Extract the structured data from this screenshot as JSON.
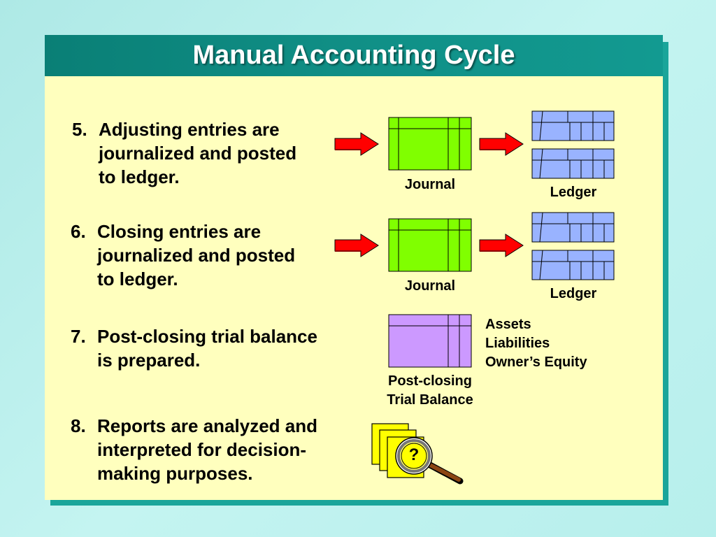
{
  "title": "Manual Accounting Cycle",
  "steps": [
    {
      "number": "5.",
      "text": "Adjusting entries are\njournalized and posted\nto ledger."
    },
    {
      "number": "6.",
      "text": "Closing entries are\njournalized and posted\nto ledger."
    },
    {
      "number": "7.",
      "text": "Post-closing trial balance\nis prepared."
    },
    {
      "number": "8.",
      "text": "Reports are analyzed and\ninterpreted for decision-\nmaking purposes."
    }
  ],
  "labels": {
    "journal": "Journal",
    "ledger": "Ledger",
    "post_closing": "Post-closing\nTrial Balance",
    "balance_items": "Assets\nLiabilities\nOwner’s Equity",
    "question_mark": "?"
  },
  "colors": {
    "journal_fill": "#80ff00",
    "ledger_fill": "#99b3ff",
    "trial_balance_fill": "#cc99ff",
    "arrow_fill": "#ff0000",
    "report_fill": "#ffff00"
  }
}
